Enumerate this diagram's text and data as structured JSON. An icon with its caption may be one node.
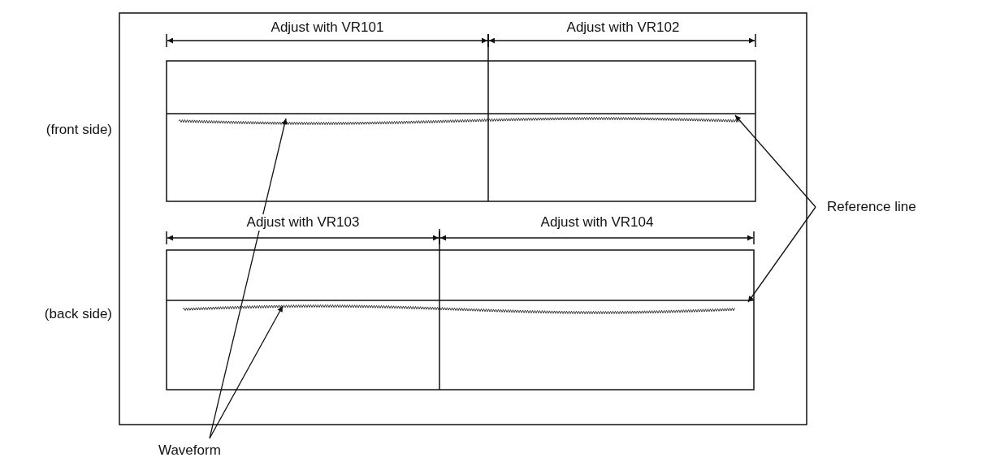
{
  "diagram": {
    "nodes": [
      {
        "text": [
          "Waveform"
        ]
      },
      {
        "text": [],
        "shape": "line"
      },
      {
        "text": [],
        "shape": "wave"
      },
      {
        "text": [
          "Reference line"
        ]
      },
      {
        "text": [],
        "shape": "line"
      },
      {
        "text": [],
        "shape": "wave"
      }
    ],
    "edges": [
      {
        "from": 0,
        "to": 2,
        "arrow": "to"
      },
      {
        "from": 0,
        "to": 5,
        "arrow": "to"
      },
      {
        "from": 3,
        "to": 1,
        "arrow": "to"
      },
      {
        "from": 3,
        "to": 4,
        "arrow": "to"
      }
    ],
    "labels": [
      "Adjust with VR101",
      "Adjust with VR102",
      "(front side)",
      "Adjust with VR103",
      "Adjust with VR104",
      "(back side)"
    ]
  }
}
